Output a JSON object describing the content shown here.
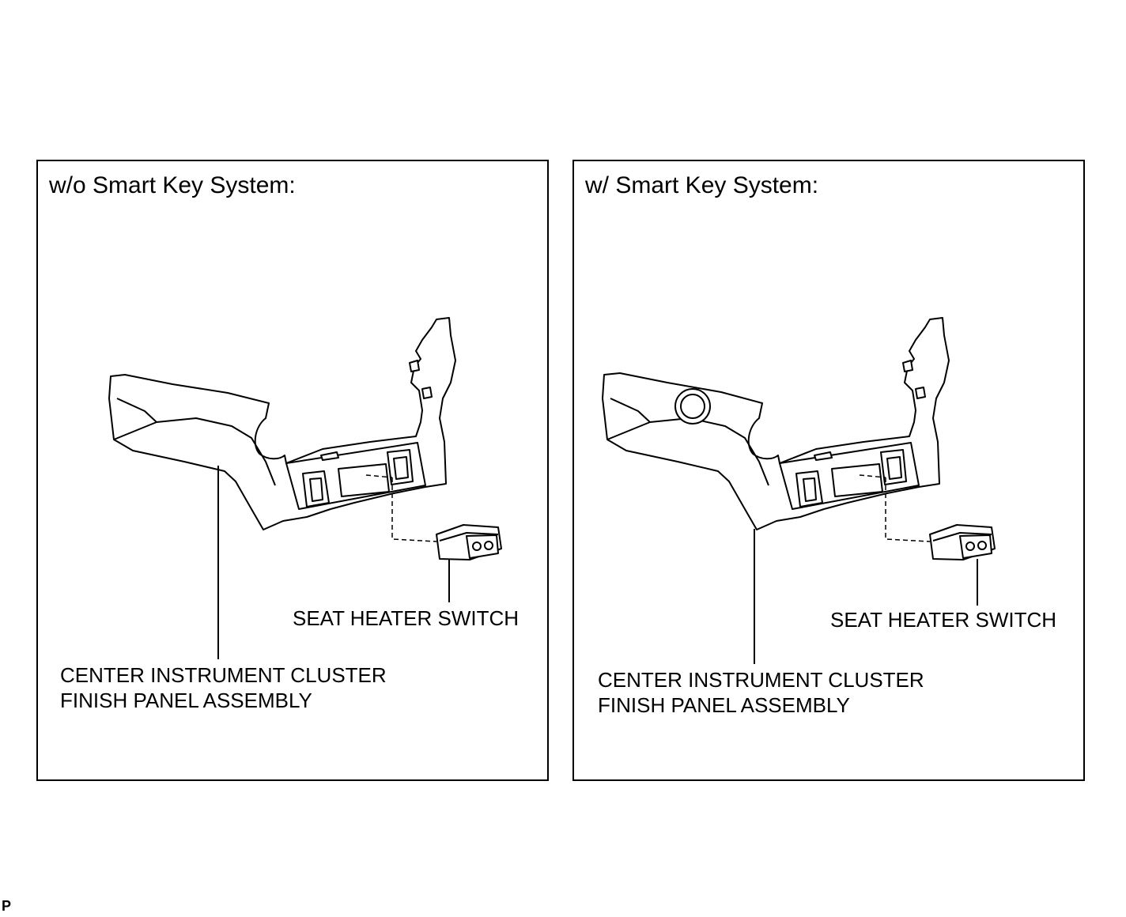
{
  "panels": [
    {
      "title": "w/o Smart Key System:",
      "switch_label": "SEAT HEATER SWITCH",
      "assembly_label_line1": "CENTER INSTRUMENT CLUSTER",
      "assembly_label_line2": "FINISH PANEL ASSEMBLY"
    },
    {
      "title": "w/ Smart Key System:",
      "switch_label": "SEAT HEATER SWITCH",
      "assembly_label_line1": "CENTER INSTRUMENT CLUSTER",
      "assembly_label_line2": "FINISH PANEL ASSEMBLY"
    }
  ],
  "footer_mark": "P"
}
